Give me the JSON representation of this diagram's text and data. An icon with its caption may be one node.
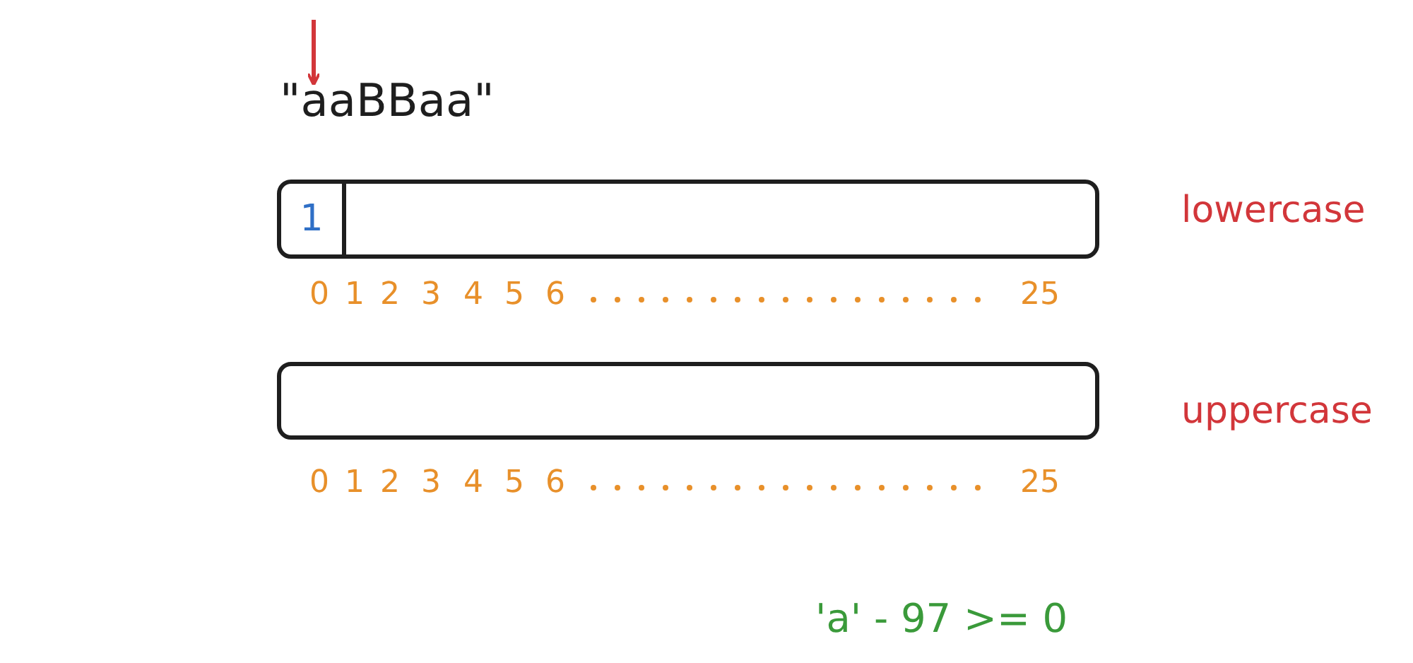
{
  "diagram": {
    "nodes": [
      {
        "text": [],
        "shape": "box"
      },
      {
        "text": [
          "1"
        ],
        "in": 0
      },
      {
        "text": [],
        "shape": "box"
      }
    ],
    "labels": [
      "\"aaBBaa\"",
      "lowercase",
      "0",
      "1",
      "2",
      "3",
      "4",
      "5",
      "6",
      "25",
      "uppercase",
      "0",
      "1",
      "2",
      "3",
      "4",
      "5",
      "6",
      "25",
      "'a' - 97 >= 0"
    ]
  }
}
